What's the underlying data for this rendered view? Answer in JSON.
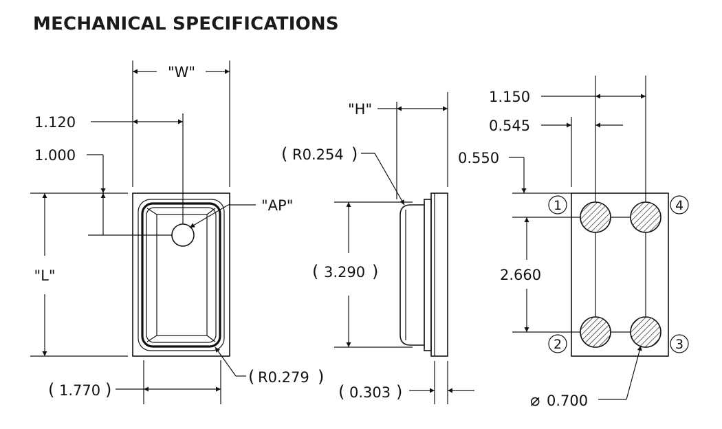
{
  "title": "MECHANICAL SPECIFICATIONS",
  "front_view": {
    "width_label": "\"W\"",
    "length_label": "\"L\"",
    "aperture_label": "\"AP\"",
    "dim_1120": "1.120",
    "dim_1000": "1.000",
    "dim_1770": "1.770",
    "radius_label": "R0.279"
  },
  "side_view": {
    "height_label": "\"H\"",
    "radius_label": "R0.254",
    "dim_3290": "3.290",
    "dim_0303": "0.303"
  },
  "pad_view": {
    "dim_1150": "1.150",
    "dim_0545": "0.545",
    "dim_0550": "0.550",
    "dim_2660": "2.660",
    "diameter_label": "0.700",
    "diameter_symbol": "⌀",
    "pins": [
      "1",
      "2",
      "3",
      "4"
    ]
  },
  "parentheses": {
    "open": "(",
    "close": ")"
  }
}
